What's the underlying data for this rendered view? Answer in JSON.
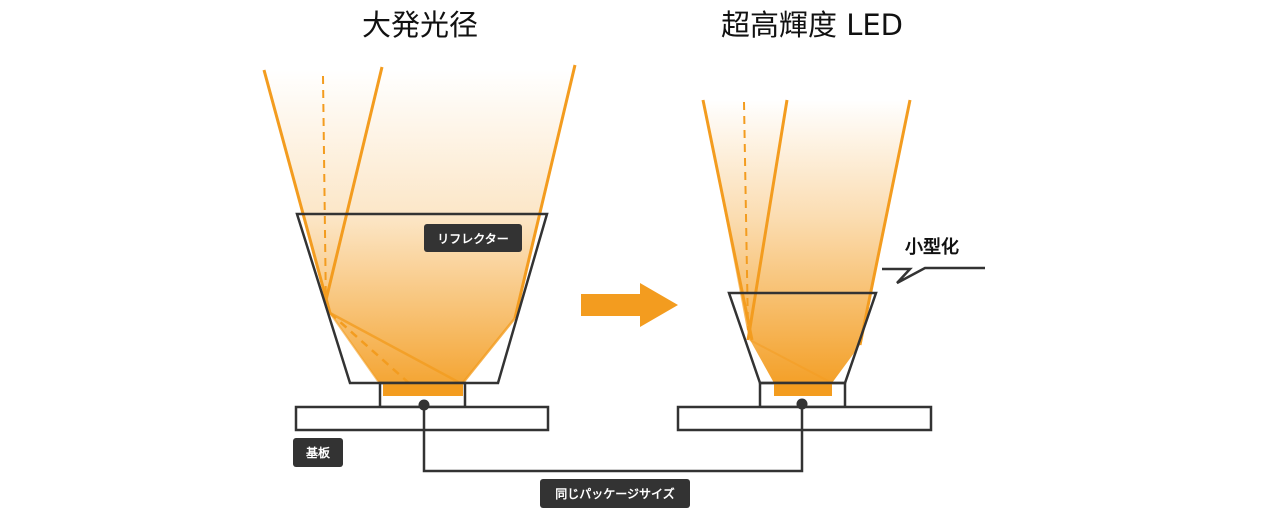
{
  "titles": {
    "left": "大発光径",
    "right": "超高輝度 LED"
  },
  "labels": {
    "reflector": "リフレクター",
    "substrate": "基板",
    "same_package": "同じパッケージサイズ",
    "miniaturized": "小型化"
  },
  "icons": {
    "transition": "arrow-right-icon"
  },
  "colors": {
    "accent": "#f39c1f",
    "outline": "#333333",
    "label_bg": "#333333",
    "label_text": "#ffffff",
    "background": "#ffffff"
  }
}
